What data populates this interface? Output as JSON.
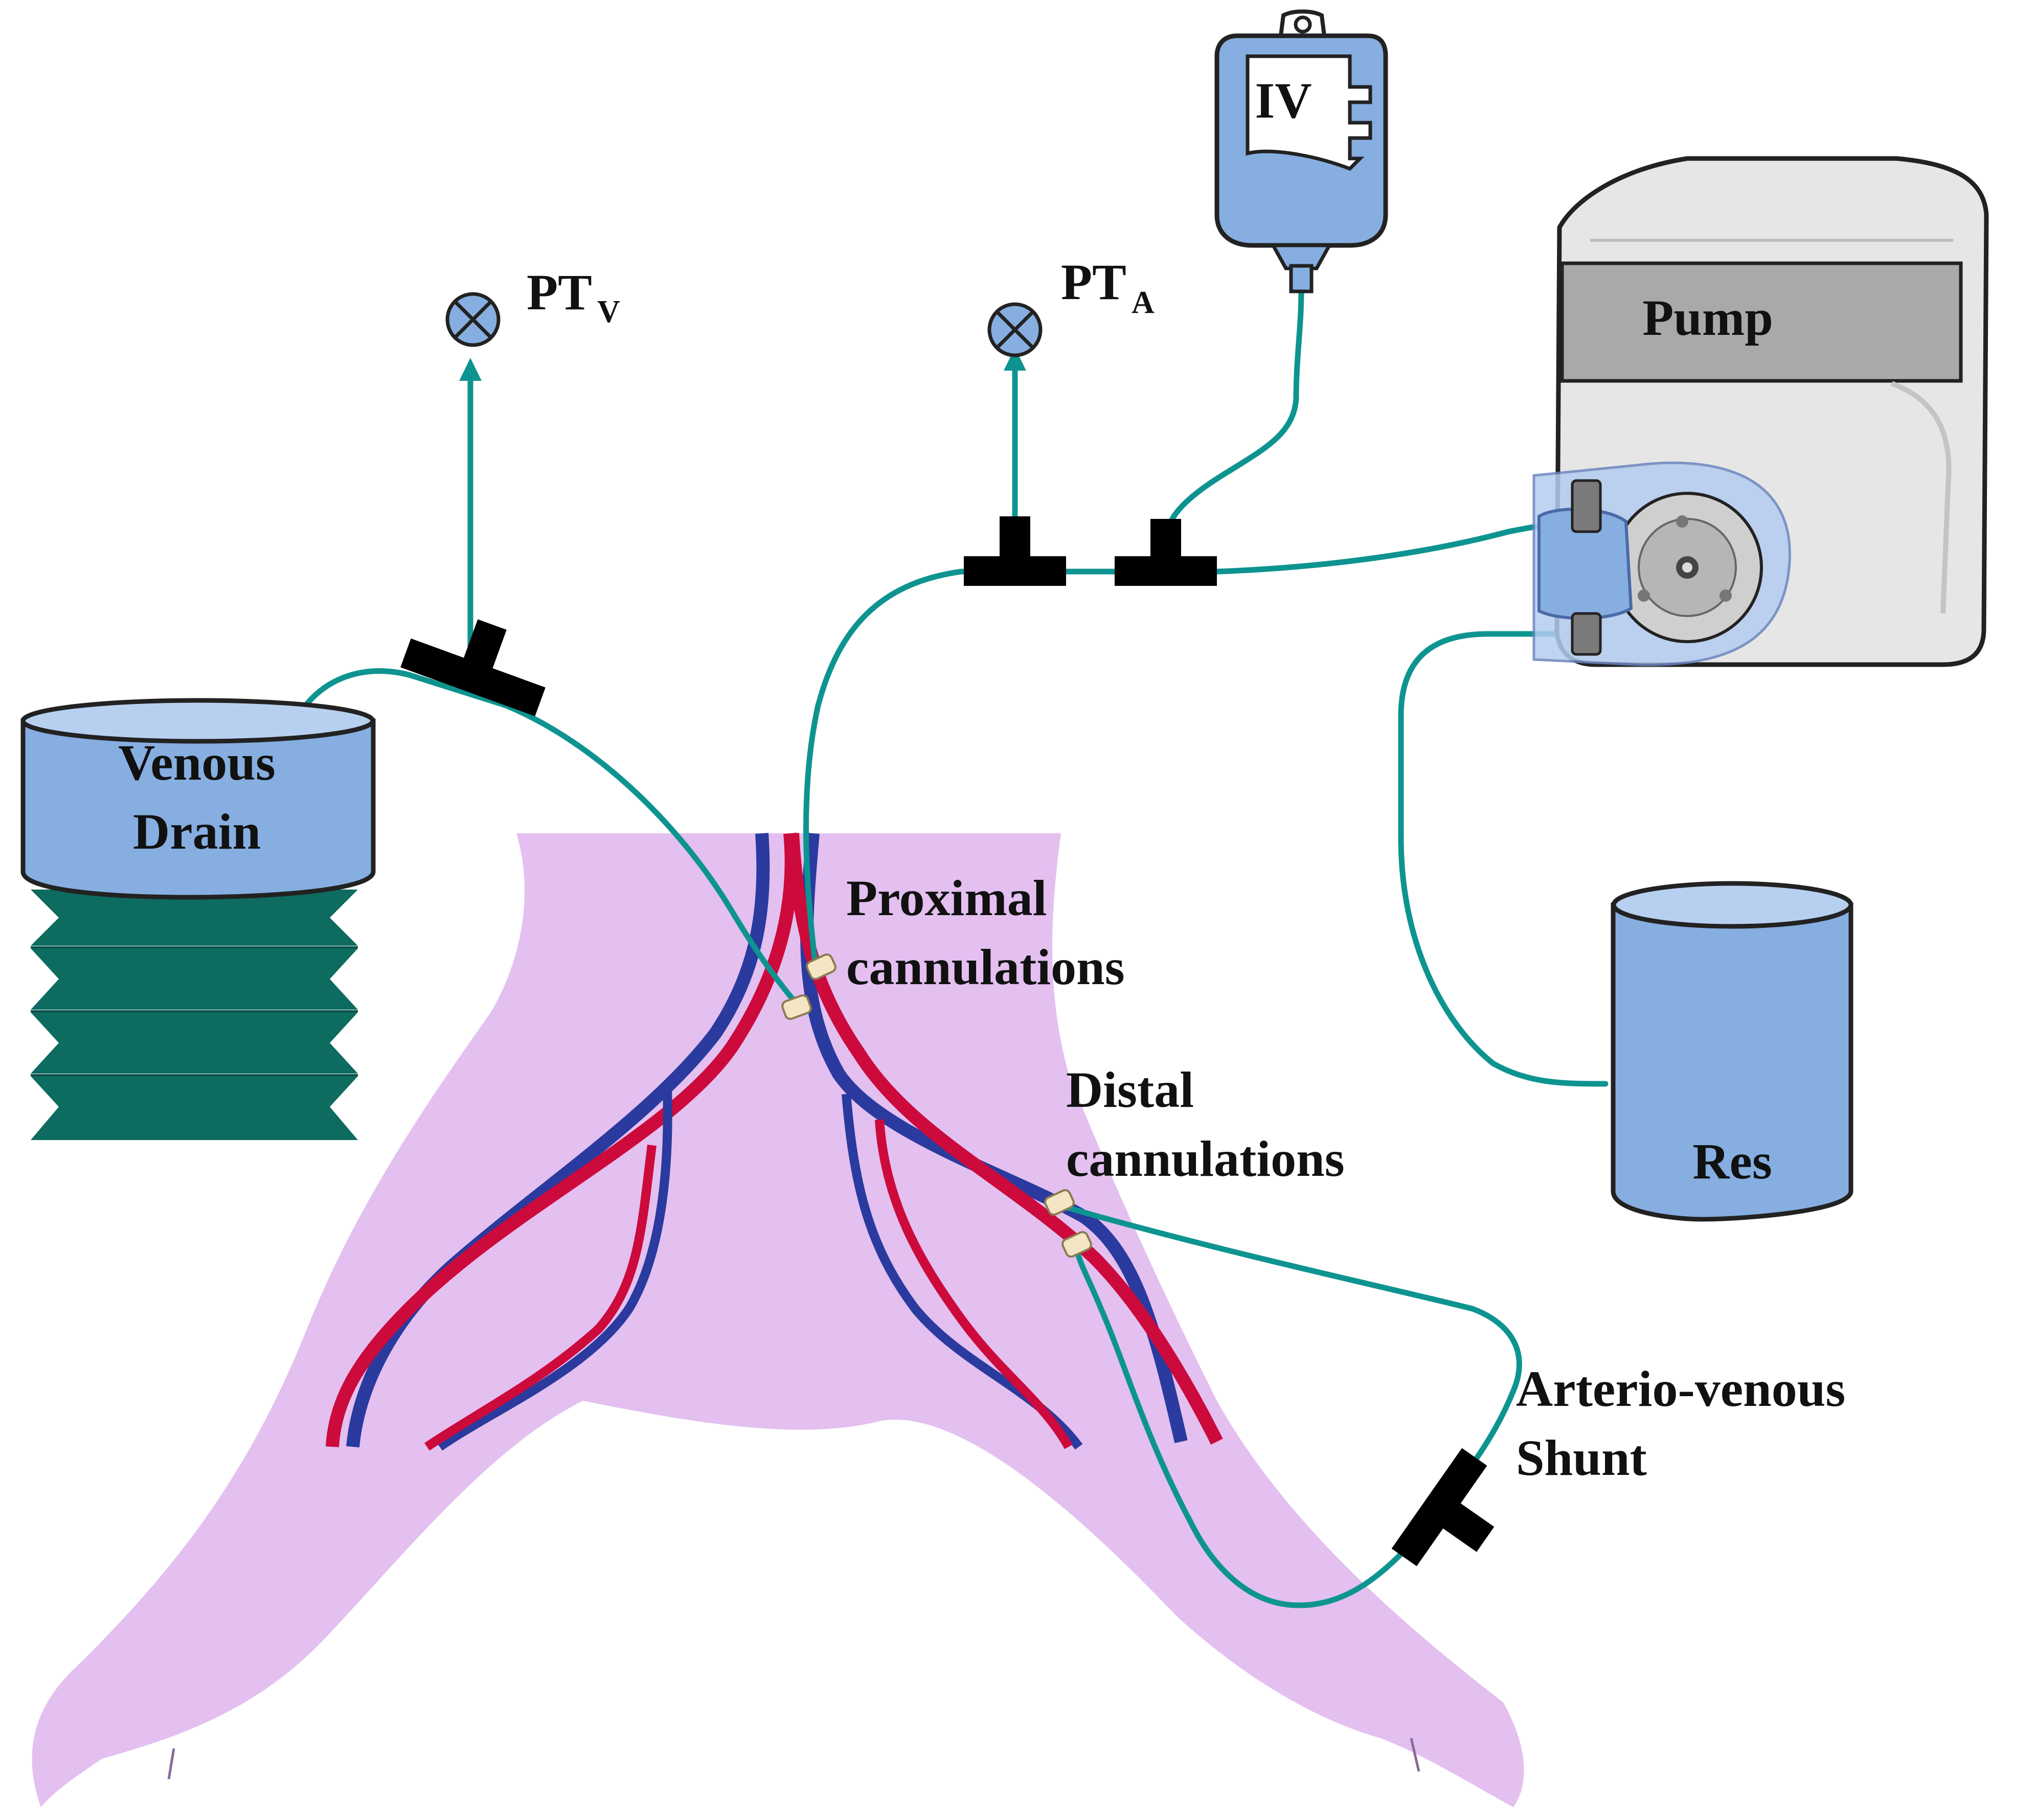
{
  "labels": {
    "iv": "IV",
    "pump": "Pump",
    "pt_v_main": "PT",
    "pt_v_sub": "V",
    "pt_a_main": "PT",
    "pt_a_sub": "A",
    "venous_drain_line1": "Venous",
    "venous_drain_line2": "Drain",
    "proximal_line1": "Proximal",
    "proximal_line2": "cannulations",
    "distal_line1": "Distal",
    "distal_line2": "cannulations",
    "shunt_line1": "Arterio-venous",
    "shunt_line2": "Shunt",
    "reservoir": "Res"
  },
  "colors": {
    "tubing": "#0e9490",
    "artery": "#cc0a3c",
    "vein": "#2a3a9e",
    "tissue": "#e3c0f0",
    "container_blue": "#86aee0",
    "bellows": "#0d6b60",
    "connector": "#000000",
    "cannula": "#f4e6c4",
    "pump_body": "#e6e6e6",
    "pump_panel": "#a9a9a9"
  }
}
